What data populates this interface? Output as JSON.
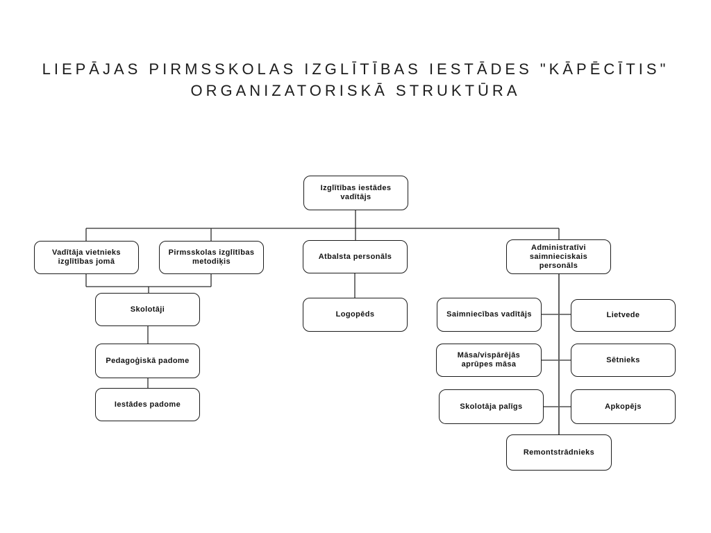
{
  "title": {
    "line1": "LIEPĀJAS PIRMSSKOLAS IZGLĪTĪBAS IESTĀDES \"KĀPĒCĪTIS\"",
    "line2": "ORGANIZATORISKĀ STRUKTŪRA"
  },
  "org": {
    "director": "Izglītības iestādes vadītājs",
    "deputy_education": "Vadītāja vietnieks izglītības jomā",
    "methodologist": "Pirmsskolas izglītības metodiķis",
    "support_staff": "Atbalsta personāls",
    "admin_staff": "Administratīvi saimnieciskais personāls",
    "teachers": "Skolotāji",
    "pedagogical_council": "Pedagoģiskā padome",
    "institution_council": "Iestādes padome",
    "speech_therapist": "Logopēds",
    "facilities_manager": "Saimniecības vadītājs",
    "records_clerk": "Lietvede",
    "nurse": "Māsa/vispārējās aprūpes māsa",
    "yard_keeper": "Sētnieks",
    "teacher_assistant": "Skolotāja palīgs",
    "cleaner": "Apkopējs",
    "maintenance_worker": "Remontstrādnieks"
  },
  "colors": {
    "background": "#ffffff",
    "box_border": "#1a1a1a",
    "box_text": "#111111",
    "connector": "#2b2b2b",
    "trunk": "#606060"
  }
}
